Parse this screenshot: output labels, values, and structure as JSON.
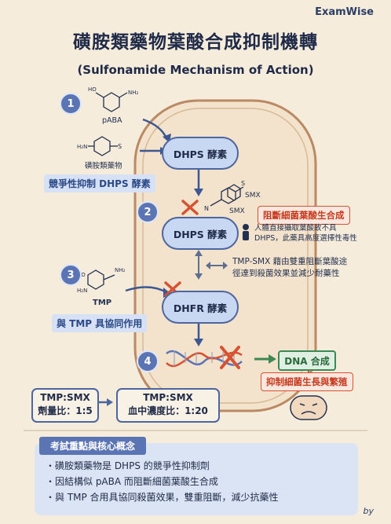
{
  "brand": "ExamWise",
  "title": "磺胺類藥物葉酸合成抑制機轉",
  "subtitle": "(Sulfonamide Mechanism of Action)",
  "steps": [
    "1",
    "2",
    "3",
    "4"
  ],
  "molecules": {
    "paba": "pABA",
    "sulfonamide": "磺胺類藥物",
    "tmp": "TMP",
    "smx_a": "SMX",
    "smx_b": "SMX"
  },
  "enzymes": {
    "dhps_top": "DHPS 酵素",
    "dhps_mid": "DHPS 酵素",
    "dhfr": "DHFR 酵素"
  },
  "labels": {
    "competitive": "競爭性抑制 DHPS 酵素",
    "synergy": "與 TMP 具協同作用",
    "block_folate": "阻斷細菌葉酸生合成",
    "human_note": [
      "人體直接攝取葉酸故不具",
      "DHPS，此藥具高度選擇性毒性"
    ],
    "dual_block": [
      "TMP-SMX 藉由雙重阻斷葉酸途",
      "徑達到殺菌效果並減少耐藥性"
    ],
    "dna_synth": "DNA 合成",
    "inhibit_growth": "抑制細菌生長與繁殖"
  },
  "ratios": {
    "dose": [
      "TMP:SMX",
      "劑量比：1:5"
    ],
    "blood": [
      "TMP:SMX",
      "血中濃度比：1:20"
    ]
  },
  "summary": {
    "heading": "考試重點與核心概念",
    "bullets": [
      "・磺胺類藥物是 DHPS 的競爭性抑制劑",
      "・因結構似 pABA 而阻斷細菌葉酸生合成",
      "・與 TMP 合用具協同殺菌效果，雙重阻斷，減少抗藥性"
    ]
  },
  "signature": "by",
  "colors": {
    "background": "#f6ecdc",
    "accent_blue": "#5b74b3",
    "enzyme_fill": "#c9d8f2",
    "inhibit_red": "#d65233",
    "dna_green": "#3b8a55"
  }
}
